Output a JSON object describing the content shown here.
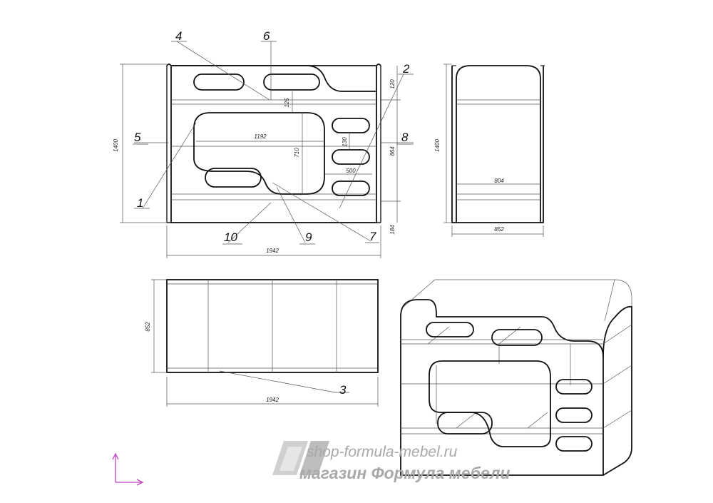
{
  "front_view": {
    "dimensions": {
      "height": "1400",
      "inner_width": "1192",
      "inner_height": "710",
      "shelf_height": "125",
      "bed_height": "864",
      "top_gap": "120",
      "bottom_gap": "184",
      "slot_height": "130",
      "slot_width": "500",
      "overall_width": "1942"
    },
    "callouts": [
      "1",
      "2",
      "4",
      "5",
      "6",
      "7",
      "8",
      "9",
      "10"
    ]
  },
  "side_view": {
    "dimensions": {
      "height": "1400",
      "inner_width": "804",
      "depth": "852"
    }
  },
  "top_view": {
    "dimensions": {
      "depth": "852",
      "width": "1942"
    },
    "callouts": [
      "3"
    ]
  },
  "watermark": {
    "url": "shop-formula-mebel.ru",
    "store": "магазин Формула мебели",
    "logo_color": "#c9c9c9"
  }
}
